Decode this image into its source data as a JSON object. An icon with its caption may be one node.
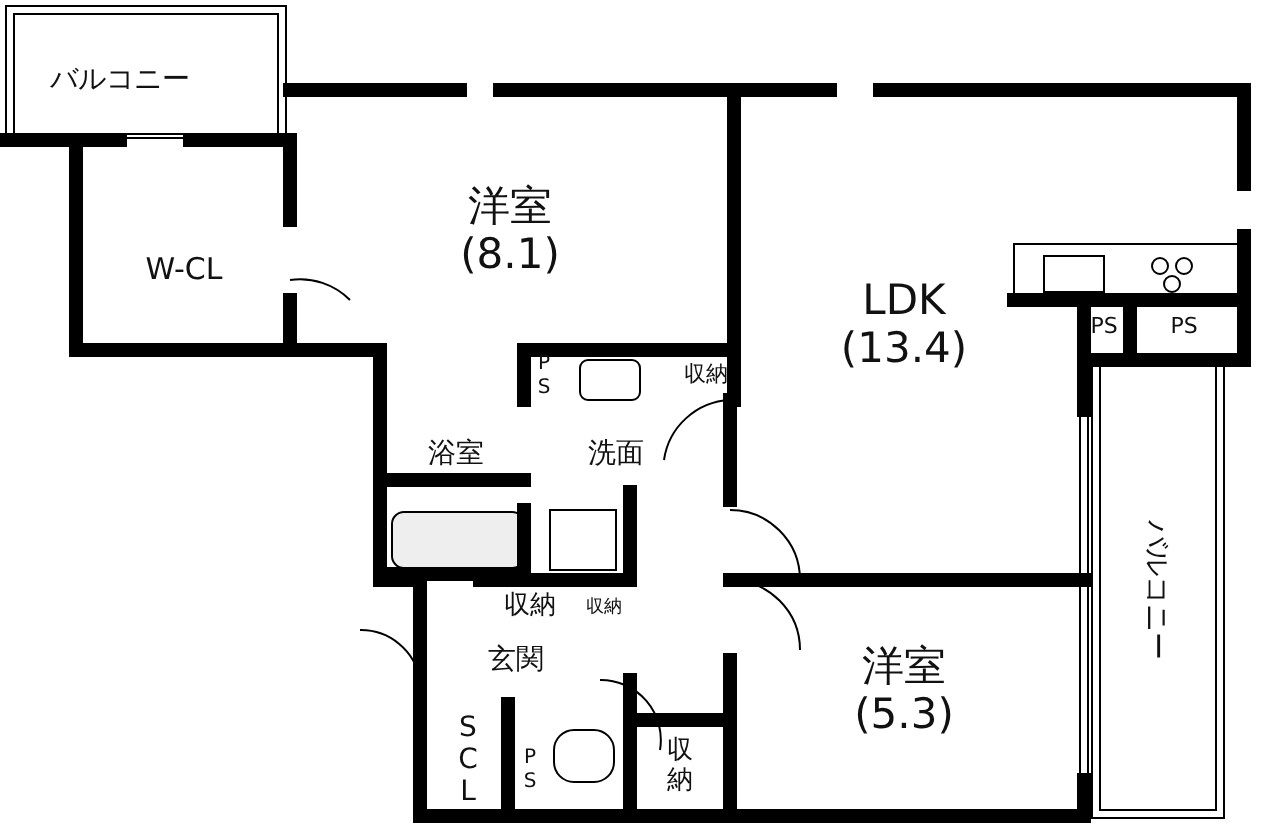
{
  "diagram": {
    "nodes": [
      {
        "text": [
          "バルコニー"
        ]
      },
      {
        "text": [
          "W-CL"
        ]
      },
      {
        "text": [
          "洋室",
          "(8.1)"
        ]
      },
      {
        "text": [
          "LDK",
          "(13.4)"
        ]
      },
      {
        "text": [
          "PS"
        ]
      },
      {
        "text": [
          "収納"
        ]
      },
      {
        "text": [
          "浴室"
        ]
      },
      {
        "text": [
          "洗面"
        ]
      },
      {
        "text": [
          "収納"
        ]
      },
      {
        "text": [
          "収納"
        ]
      },
      {
        "text": [
          "玄関"
        ]
      },
      {
        "text": [
          "SCL"
        ]
      },
      {
        "text": [
          "PS"
        ]
      },
      {
        "text": [
          "収納"
        ]
      },
      {
        "text": [
          "洋室",
          "(5.3)"
        ]
      },
      {
        "text": [
          "PS"
        ]
      },
      {
        "text": [
          "PS"
        ]
      },
      {
        "text": [
          "バルコニー"
        ]
      }
    ]
  }
}
